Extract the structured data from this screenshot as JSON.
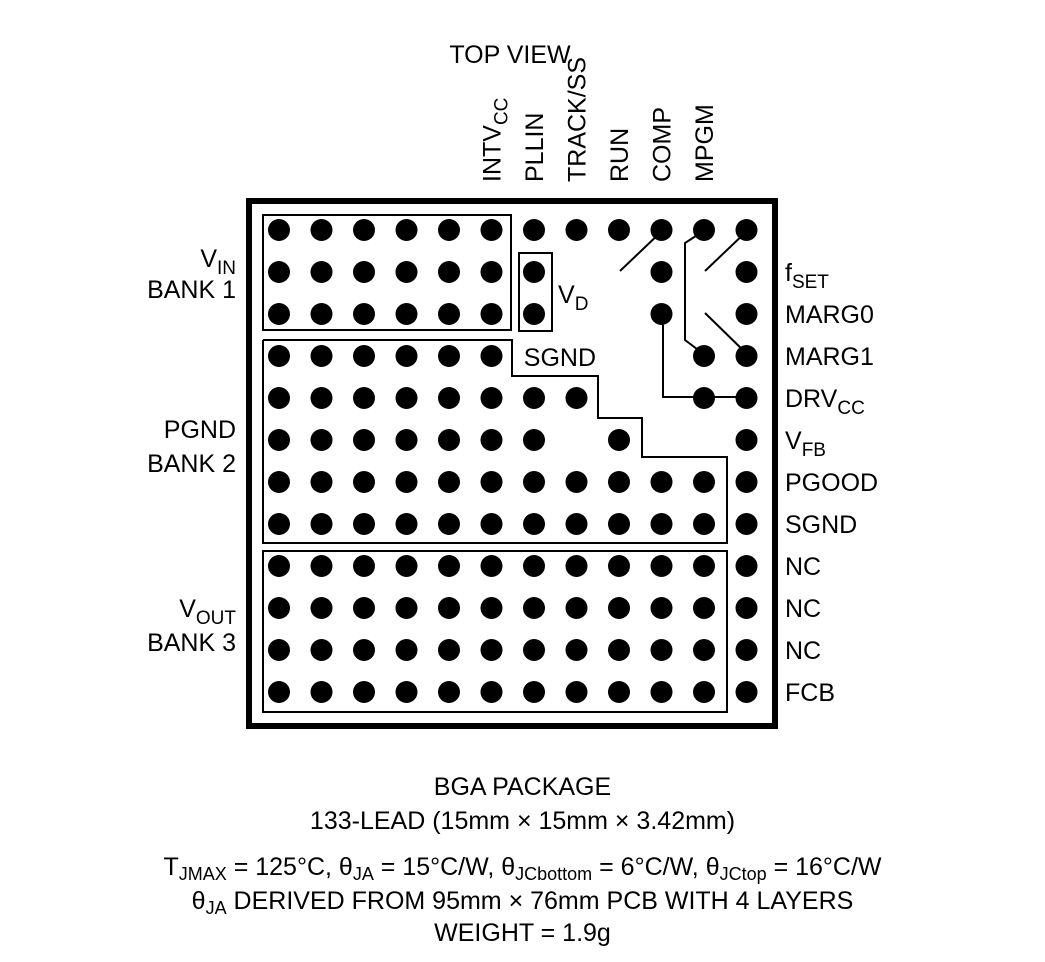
{
  "title": "TOP VIEW",
  "columns": 12,
  "rows": 12,
  "top_labels": [
    {
      "col": 5,
      "text": "INTV",
      "sub": "CC"
    },
    {
      "col": 6,
      "text": "PLLIN",
      "sub": ""
    },
    {
      "col": 7,
      "text": "TRACK/SS",
      "sub": ""
    },
    {
      "col": 8,
      "text": "RUN",
      "sub": ""
    },
    {
      "col": 9,
      "text": "COMP",
      "sub": ""
    },
    {
      "col": 10,
      "text": "MPGM",
      "sub": ""
    }
  ],
  "right_labels": [
    {
      "row": 1,
      "text": "f",
      "sub": "SET"
    },
    {
      "row": 2,
      "text": "MARG0",
      "sub": ""
    },
    {
      "row": 3,
      "text": "MARG1",
      "sub": ""
    },
    {
      "row": 4,
      "text": "DRV",
      "sub": "CC"
    },
    {
      "row": 5,
      "text": "V",
      "sub": "FB"
    },
    {
      "row": 6,
      "text": "PGOOD",
      "sub": ""
    },
    {
      "row": 7,
      "text": "SGND",
      "sub": ""
    },
    {
      "row": 8,
      "text": "NC",
      "sub": ""
    },
    {
      "row": 9,
      "text": "NC",
      "sub": ""
    },
    {
      "row": 10,
      "text": "NC",
      "sub": ""
    },
    {
      "row": 11,
      "text": "FCB",
      "sub": ""
    }
  ],
  "banks": {
    "vin": {
      "line1": "V",
      "line1_sub": "IN",
      "line2": "BANK 1"
    },
    "pgnd": {
      "line1": "PGND",
      "line2": "BANK 2"
    },
    "vout": {
      "line1": "V",
      "line1_sub": "OUT",
      "line2": "BANK 3"
    }
  },
  "inner_labels": {
    "vd": {
      "text": "V",
      "sub": "D"
    },
    "sgnd": {
      "text": "SGND"
    }
  },
  "pads": [
    [
      0,
      0
    ],
    [
      0,
      1
    ],
    [
      0,
      2
    ],
    [
      0,
      3
    ],
    [
      0,
      4
    ],
    [
      0,
      5
    ],
    [
      0,
      6
    ],
    [
      0,
      7
    ],
    [
      0,
      8
    ],
    [
      0,
      9
    ],
    [
      0,
      10
    ],
    [
      0,
      11
    ],
    [
      1,
      0
    ],
    [
      1,
      1
    ],
    [
      1,
      2
    ],
    [
      1,
      3
    ],
    [
      1,
      4
    ],
    [
      1,
      5
    ],
    [
      1,
      6
    ],
    [
      1,
      9
    ],
    [
      1,
      11
    ],
    [
      2,
      0
    ],
    [
      2,
      1
    ],
    [
      2,
      2
    ],
    [
      2,
      3
    ],
    [
      2,
      4
    ],
    [
      2,
      5
    ],
    [
      2,
      6
    ],
    [
      2,
      9
    ],
    [
      2,
      11
    ],
    [
      3,
      0
    ],
    [
      3,
      1
    ],
    [
      3,
      2
    ],
    [
      3,
      3
    ],
    [
      3,
      4
    ],
    [
      3,
      5
    ],
    [
      3,
      10
    ],
    [
      3,
      11
    ],
    [
      4,
      0
    ],
    [
      4,
      1
    ],
    [
      4,
      2
    ],
    [
      4,
      3
    ],
    [
      4,
      4
    ],
    [
      4,
      5
    ],
    [
      4,
      6
    ],
    [
      4,
      7
    ],
    [
      4,
      10
    ],
    [
      4,
      11
    ],
    [
      5,
      0
    ],
    [
      5,
      1
    ],
    [
      5,
      2
    ],
    [
      5,
      3
    ],
    [
      5,
      4
    ],
    [
      5,
      5
    ],
    [
      5,
      6
    ],
    [
      5,
      8
    ],
    [
      5,
      11
    ],
    [
      6,
      0
    ],
    [
      6,
      1
    ],
    [
      6,
      2
    ],
    [
      6,
      3
    ],
    [
      6,
      4
    ],
    [
      6,
      5
    ],
    [
      6,
      6
    ],
    [
      6,
      7
    ],
    [
      6,
      8
    ],
    [
      6,
      9
    ],
    [
      6,
      10
    ],
    [
      6,
      11
    ],
    [
      7,
      0
    ],
    [
      7,
      1
    ],
    [
      7,
      2
    ],
    [
      7,
      3
    ],
    [
      7,
      4
    ],
    [
      7,
      5
    ],
    [
      7,
      6
    ],
    [
      7,
      7
    ],
    [
      7,
      8
    ],
    [
      7,
      9
    ],
    [
      7,
      10
    ],
    [
      7,
      11
    ],
    [
      8,
      0
    ],
    [
      8,
      1
    ],
    [
      8,
      2
    ],
    [
      8,
      3
    ],
    [
      8,
      4
    ],
    [
      8,
      5
    ],
    [
      8,
      6
    ],
    [
      8,
      7
    ],
    [
      8,
      8
    ],
    [
      8,
      9
    ],
    [
      8,
      10
    ],
    [
      8,
      11
    ],
    [
      9,
      0
    ],
    [
      9,
      1
    ],
    [
      9,
      2
    ],
    [
      9,
      3
    ],
    [
      9,
      4
    ],
    [
      9,
      5
    ],
    [
      9,
      6
    ],
    [
      9,
      7
    ],
    [
      9,
      8
    ],
    [
      9,
      9
    ],
    [
      9,
      10
    ],
    [
      9,
      11
    ],
    [
      10,
      0
    ],
    [
      10,
      1
    ],
    [
      10,
      2
    ],
    [
      10,
      3
    ],
    [
      10,
      4
    ],
    [
      10,
      5
    ],
    [
      10,
      6
    ],
    [
      10,
      7
    ],
    [
      10,
      8
    ],
    [
      10,
      9
    ],
    [
      10,
      10
    ],
    [
      10,
      11
    ],
    [
      11,
      0
    ],
    [
      11,
      1
    ],
    [
      11,
      2
    ],
    [
      11,
      3
    ],
    [
      11,
      4
    ],
    [
      11,
      5
    ],
    [
      11,
      6
    ],
    [
      11,
      7
    ],
    [
      11,
      8
    ],
    [
      11,
      9
    ],
    [
      11,
      10
    ],
    [
      11,
      11
    ]
  ],
  "package": {
    "line1": "BGA PACKAGE",
    "line2": "133-LEAD (15mm × 15mm × 3.42mm)"
  },
  "thermal": {
    "tjmax_sym": "T",
    "tjmax_sub": "JMAX",
    "tjmax_val": " = 125°C, ",
    "tja_sym": "θ",
    "tja_sub": "JA",
    "tja_val": " = 15°C/W, ",
    "tjcb_sym": "θ",
    "tjcb_sub": "JCbottom",
    "tjcb_val": " = 6°C/W, ",
    "tjct_sym": "θ",
    "tjct_sub": "JCtop",
    "tjct_val": " = 16°C/W",
    "derived_sym": "θ",
    "derived_sub": "JA",
    "derived_text": " DERIVED FROM 95mm × 76mm PCB WITH 4 LAYERS",
    "weight": "WEIGHT = 1.9g"
  }
}
